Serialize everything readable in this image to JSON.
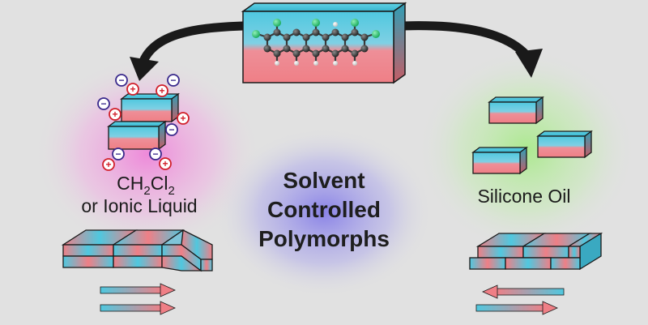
{
  "center_label": {
    "line1": "Solvent",
    "line2": "Controlled",
    "line3": "Polymorphs"
  },
  "left_label": {
    "solvent_main": "CH",
    "sub1": "2",
    "cl": "Cl",
    "sub2": "2",
    "line2": "or Ionic Liquid"
  },
  "right_label": {
    "solvent": "Silicone Oil"
  },
  "charges": {
    "minus": "−",
    "plus": "+"
  },
  "colors": {
    "background": "#e1e1e1",
    "crystal_cyan": "#4fc8df",
    "crystal_pink": "#ef7f86",
    "arrow_dark": "#1a1a1a",
    "left_glow": "#f07ad8",
    "right_glow": "#9ce07e",
    "center_glow": "#7a72e8",
    "chlorine_atom": "#2fd07a",
    "carbon_atom": "#333333",
    "minus_ring": "#3a2a8c",
    "plus_ring": "#d1202a"
  }
}
